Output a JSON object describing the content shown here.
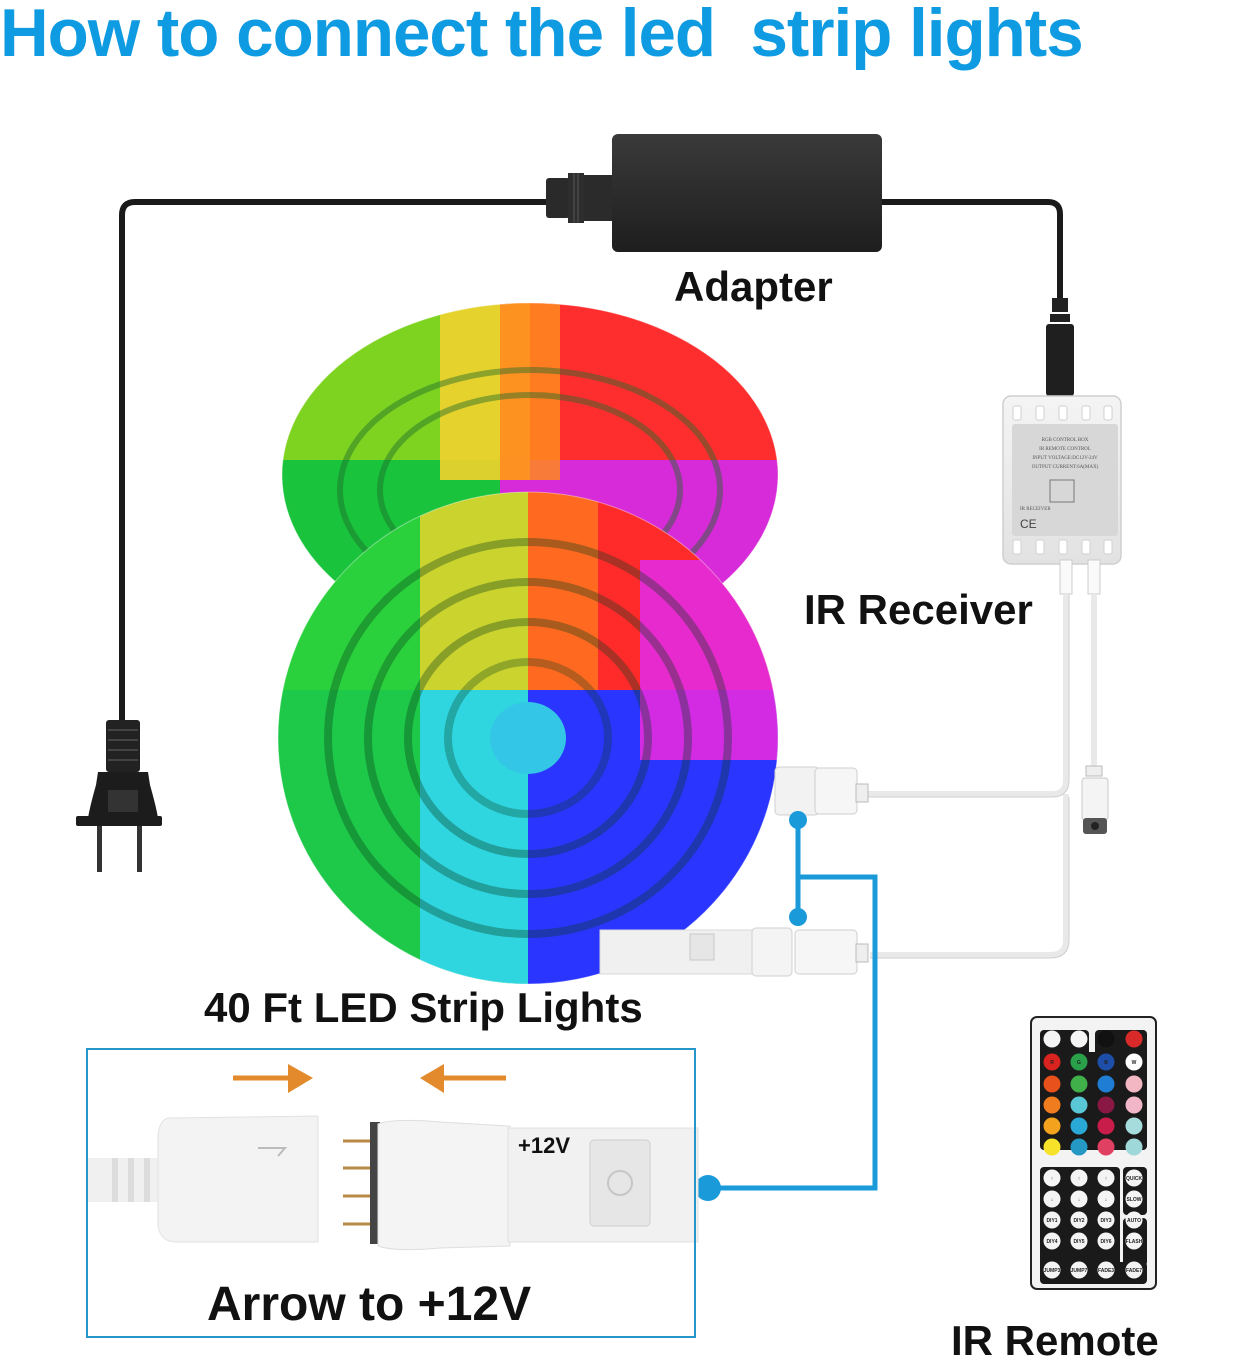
{
  "title": "How to connect the led  strip lights",
  "labels": {
    "adapter": "Adapter",
    "ir_receiver": "IR Receiver",
    "strip_lights": "40 Ft LED Strip Lights",
    "arrow_instruction": "Arrow to +12V",
    "ir_remote": "IR Remote",
    "plus_12v": "+12V"
  },
  "control_box": {
    "lines": [
      "RGB CONTROL BOX",
      "IR REMOTE CONTROL",
      "INPUT VOLTAGE:DC12V-24V",
      "OUTPUT CURRENT:6A(MAX)"
    ],
    "receiver_tag": "IR RECEIVER",
    "ce_mark": "CE"
  },
  "colors": {
    "title_blue": "#0e9be2",
    "wire_blue": "#1a9ad9",
    "arrow_orange": "#e38a2d",
    "inset_border": "#2696c9"
  },
  "remote": {
    "top_buttons": [
      "brightness-up",
      "brightness-down",
      "play-pause",
      "power"
    ],
    "rgbw_row": [
      "R",
      "G",
      "B",
      "W"
    ],
    "color_grid": [
      [
        "#e8501c",
        "#3fb04a",
        "#1f7ed3",
        "#f2b7c2"
      ],
      [
        "#ef7d1f",
        "#5ac7d6",
        "#8a1844",
        "#f1b6c8"
      ],
      [
        "#f2a21d",
        "#2aa8d6",
        "#c81d4b",
        "#a7dcdc"
      ],
      [
        "#f7e22a",
        "#2599c4",
        "#e04062",
        "#9fd8d8"
      ]
    ],
    "arrow_buttons": [
      "red-up",
      "green-up",
      "blue-up",
      "red-down",
      "green-down",
      "blue-down"
    ],
    "side_buttons": [
      "QUICK",
      "SLOW",
      "AUTO",
      "FLASH"
    ],
    "diy_buttons": [
      "DIY1",
      "DIY2",
      "DIY3",
      "DIY4",
      "DIY5",
      "DIY6"
    ],
    "bottom_buttons": [
      "JUMP3",
      "JUMP7",
      "FADE3",
      "FADE7"
    ]
  }
}
